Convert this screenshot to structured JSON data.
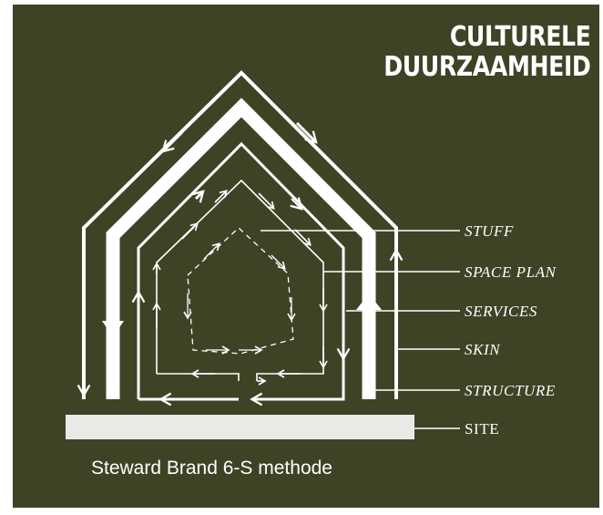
{
  "title": {
    "line1": "CULTURELE",
    "line2": "DUURZAAMHEID"
  },
  "labels": {
    "stuff": "STUFF",
    "space_plan": "SPACE PLAN",
    "services": "SERVICES",
    "skin": "SKIN",
    "structure": "STRUCTURE",
    "site": "SITE"
  },
  "caption": "Steward Brand 6-S methode",
  "colors": {
    "background": "#3d4426",
    "foreground": "#ffffff"
  }
}
